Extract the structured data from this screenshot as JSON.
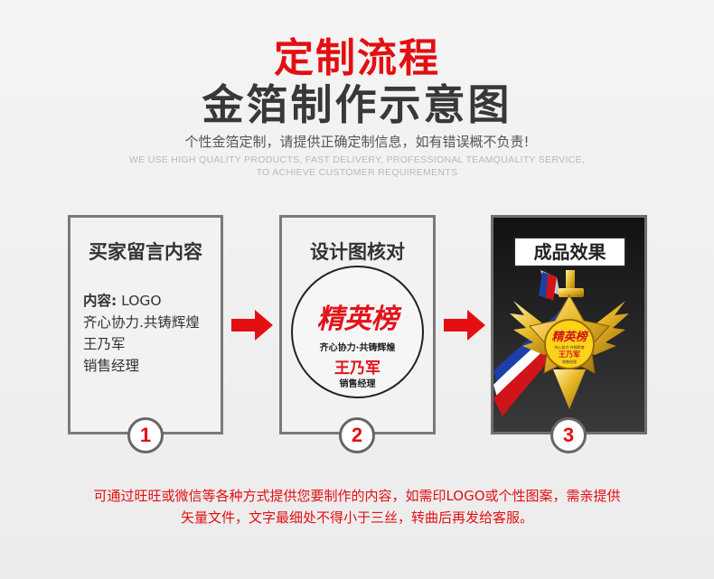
{
  "header": {
    "title_line1": "定制流程",
    "title_line2": "金箔制作示意图",
    "subtitle": "个性金箔定制，请提供正确定制信息，如有错误概不负责!",
    "english_line1": "WE USE HIGH QUALITY PRODUCTS, FAST DELIVERY, PROFESSIONAL TEAMQUALITY SERVICE,",
    "english_line2": "TO ACHIEVE CUSTOMER REQUIREMENTS"
  },
  "steps": [
    {
      "title": "买家留言内容",
      "content_label": "内容:",
      "content_value": "LOGO",
      "lines": [
        "齐心协力.共铸辉煌",
        "王乃军",
        "销售经理"
      ],
      "number": "1"
    },
    {
      "title": "设计图核对",
      "design_main": "精英榜",
      "design_sub": "齐心协力·共铸辉煌",
      "design_name": "王乃军",
      "design_role": "销售经理",
      "number": "2"
    },
    {
      "title": "成品效果",
      "medal_main": "精英榜",
      "medal_sub": "齐心协力·共铸辉煌",
      "medal_name": "王乃军",
      "medal_role": "销售经理",
      "number": "3"
    }
  ],
  "footer": {
    "note_line1": "可通过旺旺或微信等各种方式提供您要制作的内容，如需印LOGO或个性图案，需亲提供",
    "note_line2": "矢量文件，文字最细处不得小于三丝，转曲后再发给客服。"
  },
  "colors": {
    "accent_red": "#e30f12",
    "title_dark": "#383838",
    "border_gray": "#7a7a7a",
    "gold": "#e6b422"
  }
}
